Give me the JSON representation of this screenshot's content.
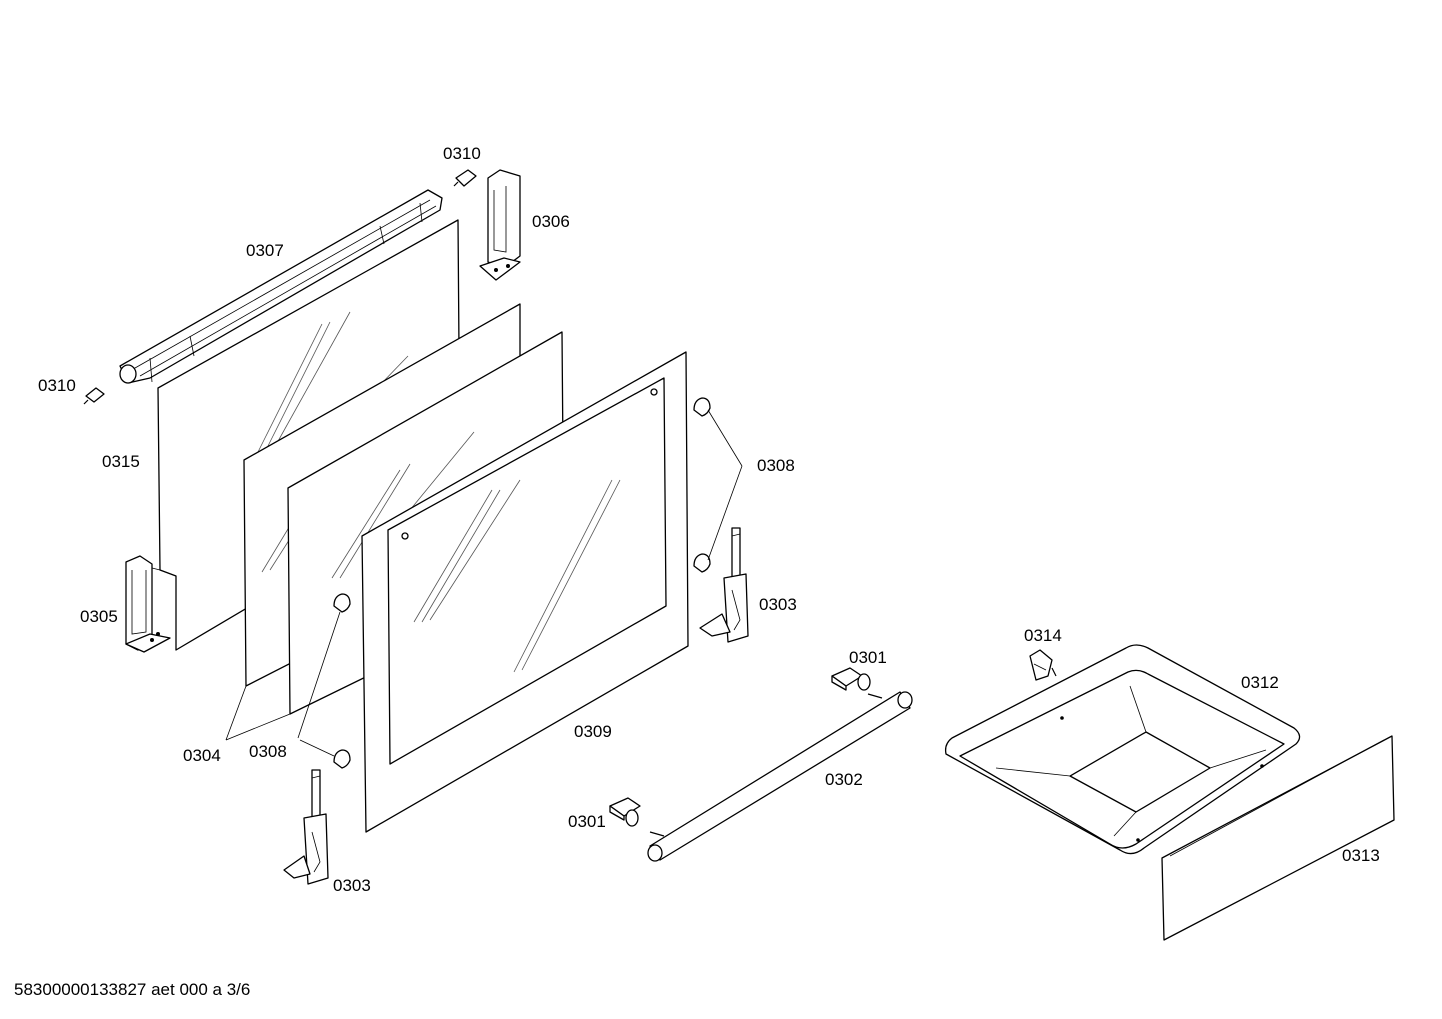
{
  "diagram": {
    "labels": {
      "l0310a": "0310",
      "l0306": "0306",
      "l0307": "0307",
      "l0310b": "0310",
      "l0315": "0315",
      "l0305": "0305",
      "l0308a": "0308",
      "l0303a": "0303",
      "l0301a": "0301",
      "l0314": "0314",
      "l0312": "0312",
      "l0309": "0309",
      "l0304": "0304",
      "l0308b": "0308",
      "l0302": "0302",
      "l0301b": "0301",
      "l0313": "0313",
      "l0303b": "0303"
    }
  },
  "footer": {
    "document_id": "58300000133827 aet 000 a 3/6"
  }
}
